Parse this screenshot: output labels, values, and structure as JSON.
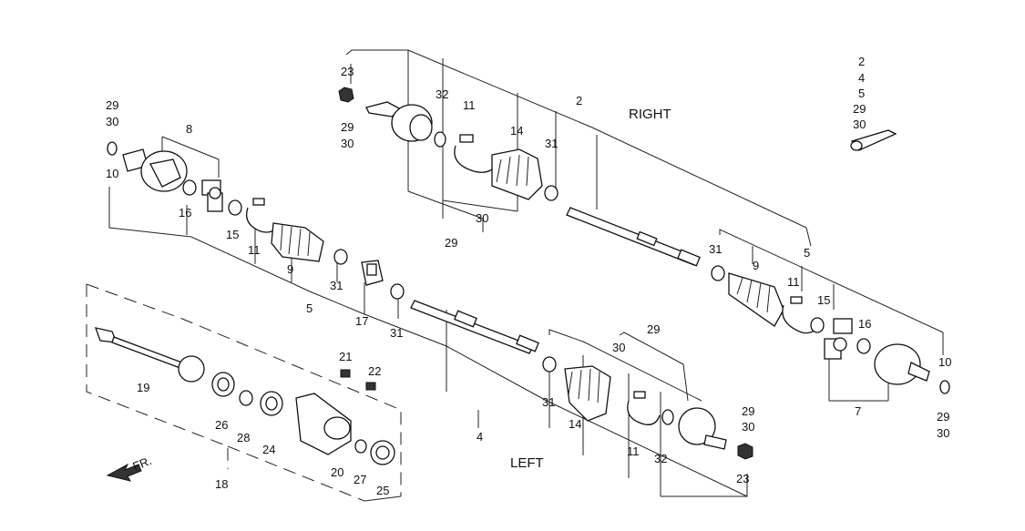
{
  "headings": {
    "right": "RIGHT",
    "left": "LEFT"
  },
  "front_arrow": {
    "label": "FR."
  },
  "kit": {
    "lines": [
      "2",
      "4",
      "5",
      "29",
      "30"
    ]
  },
  "callouts": {
    "p2": "2",
    "p4": "4",
    "p5_upper": "5",
    "p5_mid": "5",
    "p7": "7",
    "p8": "8",
    "p9_left": "9",
    "p9_right": "9",
    "p10_left": "10",
    "p10_right": "10",
    "p11_topright": "11",
    "p11_left": "11",
    "p11_right": "11",
    "p11_lower": "11",
    "p14_upper": "14",
    "p14_lower": "14",
    "p15_left": "15",
    "p15_right": "15",
    "p16_left": "16",
    "p16_right": "16",
    "p17": "17",
    "p18": "18",
    "p19": "19",
    "p20": "20",
    "p21": "21",
    "p22": "22",
    "p23_upper": "23",
    "p23_lower": "23",
    "p24": "24",
    "p25": "25",
    "p26": "26",
    "p27": "27",
    "p28": "28",
    "p29_a": "29",
    "p30_a": "30",
    "p29_b": "29",
    "p30_b": "30",
    "p29_c": "29",
    "p30_c": "30",
    "p29_d": "29",
    "p29_e": "29",
    "p30_e": "30",
    "p29_f": "29",
    "p30_f": "30",
    "p30_lower": "30",
    "p31_a": "31",
    "p31_b": "31",
    "p31_c": "31",
    "p31_d": "31",
    "p31_e": "31",
    "p32_upper": "32",
    "p32_lower": "32"
  }
}
